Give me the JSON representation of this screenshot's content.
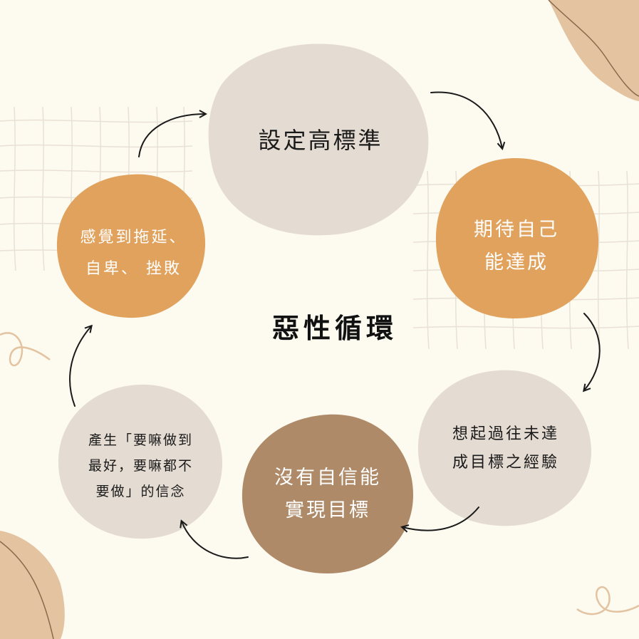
{
  "title": "惡性循環",
  "colors": {
    "background": "#fdfaf0",
    "beige": "#e4dbd2",
    "orange": "#e0a25c",
    "brown": "#ae8a68",
    "accent": "#e3c3a0",
    "arrow": "#1a1a1a"
  },
  "nodes": [
    {
      "id": "set-high-standard",
      "lines": [
        "設定高標準"
      ]
    },
    {
      "id": "expect-achieve",
      "lines": [
        "期待自己",
        "能達成"
      ]
    },
    {
      "id": "recall-failures",
      "lines": [
        "想起過往未達",
        "成目標之經驗"
      ]
    },
    {
      "id": "no-confidence",
      "lines": [
        "沒有自信能",
        "實現目標"
      ]
    },
    {
      "id": "all-or-nothing-belief",
      "lines": [
        "產生「要嘛做到",
        "最好，要嘛都不",
        "要做」的信念"
      ]
    },
    {
      "id": "procrastination-feelings",
      "lines": [
        "感覺到拖延、",
        "自卑、 挫敗"
      ]
    }
  ],
  "edges": [
    {
      "from": "set-high-standard",
      "to": "expect-achieve"
    },
    {
      "from": "expect-achieve",
      "to": "recall-failures"
    },
    {
      "from": "recall-failures",
      "to": "no-confidence"
    },
    {
      "from": "no-confidence",
      "to": "all-or-nothing-belief"
    },
    {
      "from": "all-or-nothing-belief",
      "to": "procrastination-feelings"
    },
    {
      "from": "procrastination-feelings",
      "to": "set-high-standard"
    }
  ]
}
